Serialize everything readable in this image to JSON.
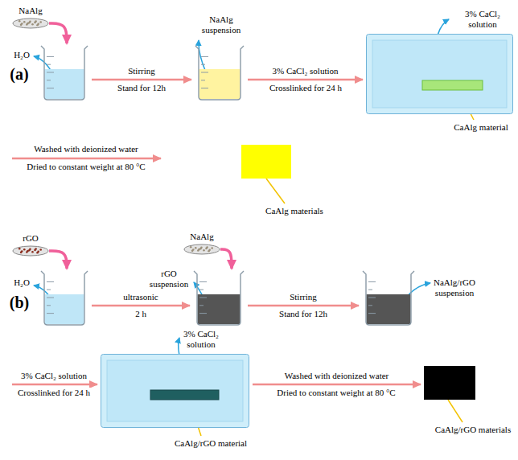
{
  "diagram": {
    "nodes": [
      {
        "text": [
          "NaAlg"
        ]
      },
      {
        "text": [
          "H₂O"
        ]
      },
      {
        "text": [
          "NaAlg suspension"
        ]
      },
      {
        "text": [
          "3% CaCl₂ solution",
          "CaAlg material"
        ]
      },
      {
        "text": [
          "CaAlg materials"
        ]
      },
      {
        "text": [
          "rGO"
        ]
      },
      {
        "text": [
          "H₂O"
        ]
      },
      {
        "text": [
          "rGO suspension"
        ]
      },
      {
        "text": [
          "NaAlg"
        ]
      },
      {
        "text": [
          "NaAlg/rGO suspension"
        ]
      },
      {
        "text": [
          "3% CaCl₂ solution",
          "CaAlg/rGO material"
        ]
      },
      {
        "text": [
          "CaAlg/rGO materials"
        ]
      }
    ],
    "edges": [
      {
        "from": 0,
        "to": 1,
        "arrow": "to"
      },
      {
        "from": 1,
        "to": 2,
        "label": "Stirring",
        "arrow": "to"
      },
      {
        "from": 2,
        "to": 3,
        "label": "3% CaCl₂ solution",
        "arrow": "to"
      },
      {
        "from": 5,
        "to": 6,
        "arrow": "to"
      },
      {
        "from": 6,
        "to": 7,
        "label": "ultrasonic",
        "arrow": "to"
      },
      {
        "from": 8,
        "to": 7,
        "arrow": "to"
      },
      {
        "from": 7,
        "to": 9,
        "label": "Stirring",
        "arrow": "to"
      },
      {
        "from": 10,
        "to": 11,
        "label": "Washed with deionized water",
        "arrow": "to"
      }
    ],
    "labels": [
      "(a)",
      "Stand for 12h",
      "Crosslinked for 24 h",
      "Washed with deionized water",
      "Dried to constant weight at 80 °C",
      "(b)",
      "2 h",
      "Stand for 12h",
      "3% CaCl₂ solution",
      "Crosslinked for 24 h",
      "Dried to constant weight at 80 °C"
    ]
  }
}
